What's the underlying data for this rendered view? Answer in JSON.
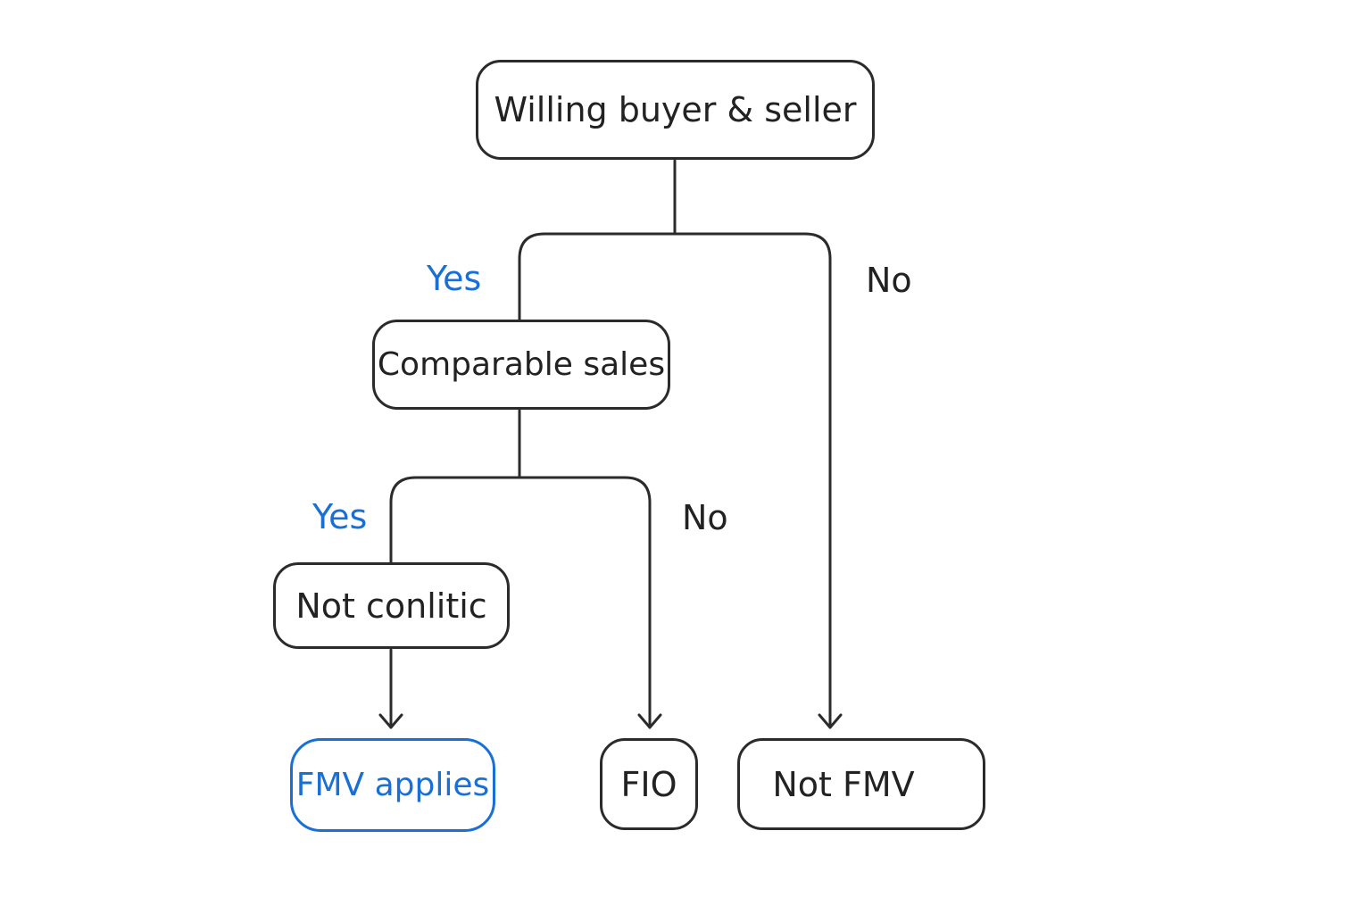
{
  "nodes": {
    "root": "Willing buyer & seller",
    "comparable": "Comparable sales",
    "not_conflict": "Not conlitic",
    "fmv_applies": "FMV applies",
    "fio": "FIO",
    "not_fmv": "Not FMV"
  },
  "edges": {
    "root_yes": "Yes",
    "root_no": "No",
    "comparable_yes": "Yes",
    "comparable_no": "No"
  },
  "colors": {
    "accent": "#1a6fd6",
    "line": "#2b2b2b",
    "text": "#222222"
  }
}
